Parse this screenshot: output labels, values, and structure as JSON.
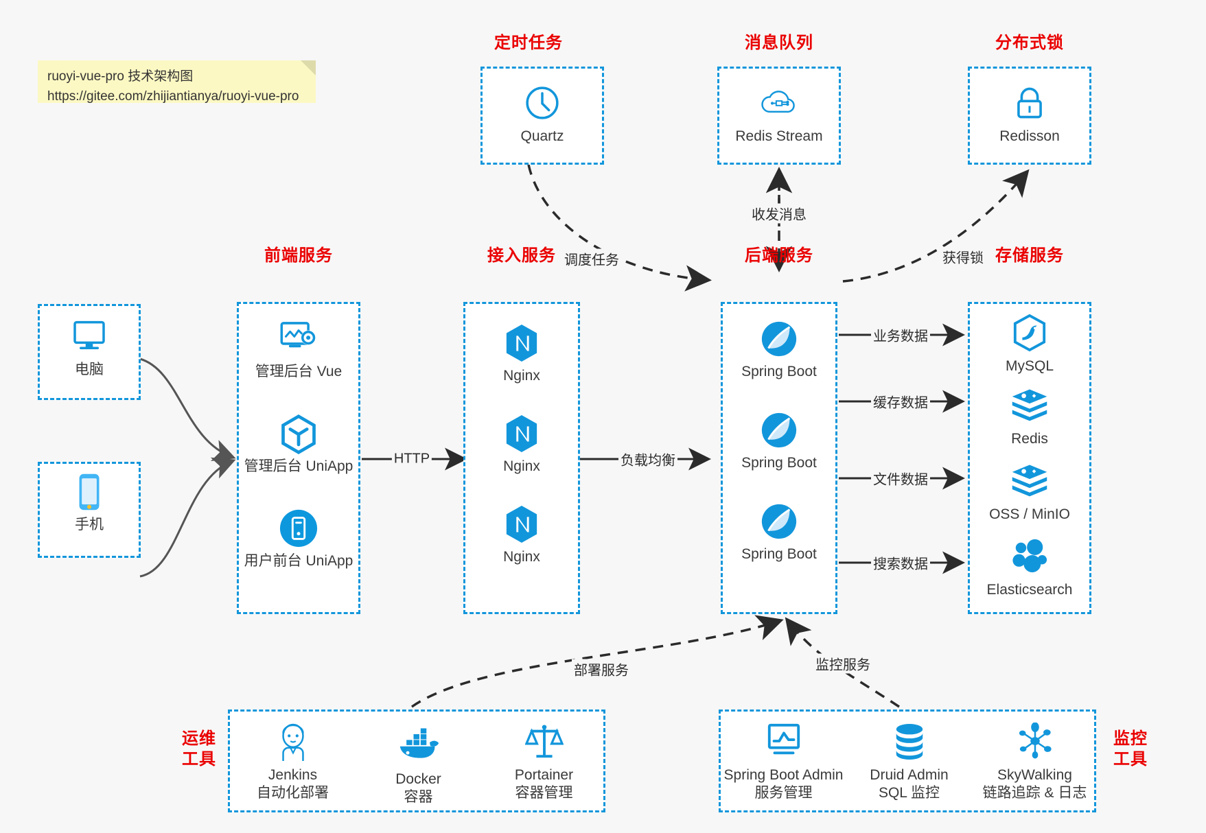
{
  "note": {
    "line1": "ruoyi-vue-pro 技术架构图",
    "line2": "https://gitee.com/zhijiantianya/ruoyi-vue-pro",
    "bg_color": "#fcf8c3"
  },
  "colors": {
    "accent": "#1296db",
    "group_title": "#ea0000",
    "canvas": "#f7f7f7",
    "node_text": "#3a3a3a",
    "edge": "#2b2b2b"
  },
  "groups": {
    "scheduler": {
      "title": "定时任务",
      "icon": "clock-icon"
    },
    "mq": {
      "title": "消息队列",
      "icon": "cloud-stream-icon"
    },
    "lock": {
      "title": "分布式锁",
      "icon": "lock-icon"
    },
    "frontend": {
      "title": "前端服务"
    },
    "gateway": {
      "title": "接入服务"
    },
    "backend": {
      "title": "后端服务"
    },
    "storage": {
      "title": "存储服务"
    },
    "devops": {
      "title_line1": "运维",
      "title_line2": "工具"
    },
    "monitor": {
      "title_line1": "监控",
      "title_line2": "工具"
    }
  },
  "clients": [
    {
      "label": "电脑",
      "icon": "desktop-icon"
    },
    {
      "label": "手机",
      "icon": "phone-icon"
    }
  ],
  "scheduler_nodes": [
    {
      "label": "Quartz",
      "icon": "clock-icon"
    }
  ],
  "mq_nodes": [
    {
      "label": "Redis Stream",
      "icon": "cloud-stream-icon"
    }
  ],
  "lock_nodes": [
    {
      "label": "Redisson",
      "icon": "lock-icon"
    }
  ],
  "frontend_nodes": [
    {
      "label": "管理后台 Vue",
      "icon": "dashboard-gear-icon"
    },
    {
      "label": "管理后台 UniApp",
      "icon": "cube-icon"
    },
    {
      "label": "用户前台 UniApp",
      "icon": "mobile-app-icon"
    }
  ],
  "gateway_nodes": [
    {
      "label": "Nginx",
      "icon": "nginx-icon"
    },
    {
      "label": "Nginx",
      "icon": "nginx-icon"
    },
    {
      "label": "Nginx",
      "icon": "nginx-icon"
    }
  ],
  "backend_nodes": [
    {
      "label": "Spring Boot",
      "icon": "spring-boot-icon"
    },
    {
      "label": "Spring Boot",
      "icon": "spring-boot-icon"
    },
    {
      "label": "Spring Boot",
      "icon": "spring-boot-icon"
    }
  ],
  "storage_nodes": [
    {
      "label": "MySQL",
      "icon": "mysql-icon"
    },
    {
      "label": "Redis",
      "icon": "redis-icon"
    },
    {
      "label": "OSS / MinIO",
      "icon": "redis-icon"
    },
    {
      "label": "Elasticsearch",
      "icon": "elasticsearch-icon"
    }
  ],
  "devops_nodes": [
    {
      "label": "Jenkins",
      "sub": "自动化部署",
      "icon": "jenkins-icon"
    },
    {
      "label": "Docker",
      "sub": "容器",
      "icon": "docker-icon"
    },
    {
      "label": "Portainer",
      "sub": "容器管理",
      "icon": "scales-icon"
    }
  ],
  "monitor_nodes": [
    {
      "label": "Spring Boot Admin",
      "sub": "服务管理",
      "icon": "monitor-chart-icon"
    },
    {
      "label": "Druid Admin",
      "sub": "SQL 监控",
      "icon": "database-icon"
    },
    {
      "label": "SkyWalking",
      "sub": "链路追踪 & 日志",
      "icon": "skywalking-icon"
    }
  ],
  "edges": [
    {
      "id": "http",
      "label": "HTTP",
      "style": "solid"
    },
    {
      "id": "lb",
      "label": "负载均衡",
      "style": "solid"
    },
    {
      "id": "biz-data",
      "label": "业务数据",
      "style": "solid"
    },
    {
      "id": "cache-data",
      "label": "缓存数据",
      "style": "solid"
    },
    {
      "id": "file-data",
      "label": "文件数据",
      "style": "solid"
    },
    {
      "id": "search-data",
      "label": "搜索数据",
      "style": "solid"
    },
    {
      "id": "schedule",
      "label": "调度任务",
      "style": "dashed"
    },
    {
      "id": "message",
      "label": "收发消息",
      "style": "dashed"
    },
    {
      "id": "acquire-lock",
      "label": "获得锁",
      "style": "dashed"
    },
    {
      "id": "deploy",
      "label": "部署服务",
      "style": "dashed"
    },
    {
      "id": "observe",
      "label": "监控服务",
      "style": "dashed"
    }
  ]
}
